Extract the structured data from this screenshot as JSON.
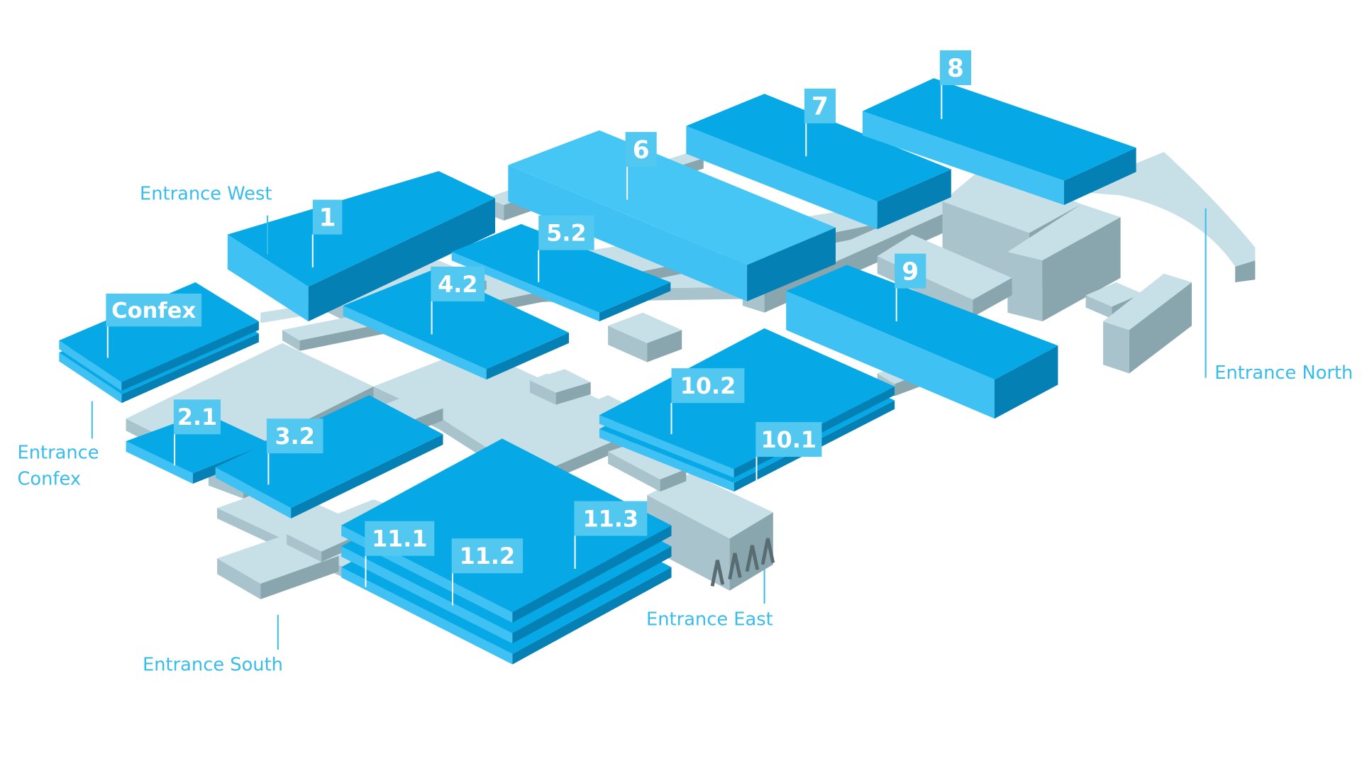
{
  "colors": {
    "hall_top": "#06a8e6",
    "hall_front": "#3fc2f3",
    "hall_side": "#0580b4",
    "hall_top_light": "#46c6f4",
    "corridor_top": "#c7dfe6",
    "corridor_front": "#a9c3cc",
    "corridor_side": "#89a5ae",
    "label_bg": "#52c8f1",
    "label_text": "#ffffff",
    "entrance_text": "#38bcea",
    "leader_line": "#38bcea",
    "entrance_dark": "#596c72"
  },
  "halls": [
    {
      "id": "hall-1",
      "label": "1"
    },
    {
      "id": "hall-confex",
      "label": "Confex"
    },
    {
      "id": "hall-2-1",
      "label": "2.1"
    },
    {
      "id": "hall-3-2",
      "label": "3.2"
    },
    {
      "id": "hall-4-2",
      "label": "4.2"
    },
    {
      "id": "hall-5-2",
      "label": "5.2"
    },
    {
      "id": "hall-6",
      "label": "6"
    },
    {
      "id": "hall-7",
      "label": "7"
    },
    {
      "id": "hall-8",
      "label": "8"
    },
    {
      "id": "hall-9",
      "label": "9"
    },
    {
      "id": "hall-10-2",
      "label": "10.2"
    },
    {
      "id": "hall-10-1",
      "label": "10.1"
    },
    {
      "id": "hall-11-1",
      "label": "11.1"
    },
    {
      "id": "hall-11-2",
      "label": "11.2"
    },
    {
      "id": "hall-11-3",
      "label": "11.3"
    }
  ],
  "entrances": [
    {
      "id": "entrance-west",
      "lines": [
        "Entrance West"
      ]
    },
    {
      "id": "entrance-confex",
      "lines": [
        "Entrance",
        "Confex"
      ]
    },
    {
      "id": "entrance-south",
      "lines": [
        "Entrance South"
      ]
    },
    {
      "id": "entrance-east",
      "lines": [
        "Entrance East"
      ]
    },
    {
      "id": "entrance-north",
      "lines": [
        "Entrance North"
      ]
    }
  ]
}
